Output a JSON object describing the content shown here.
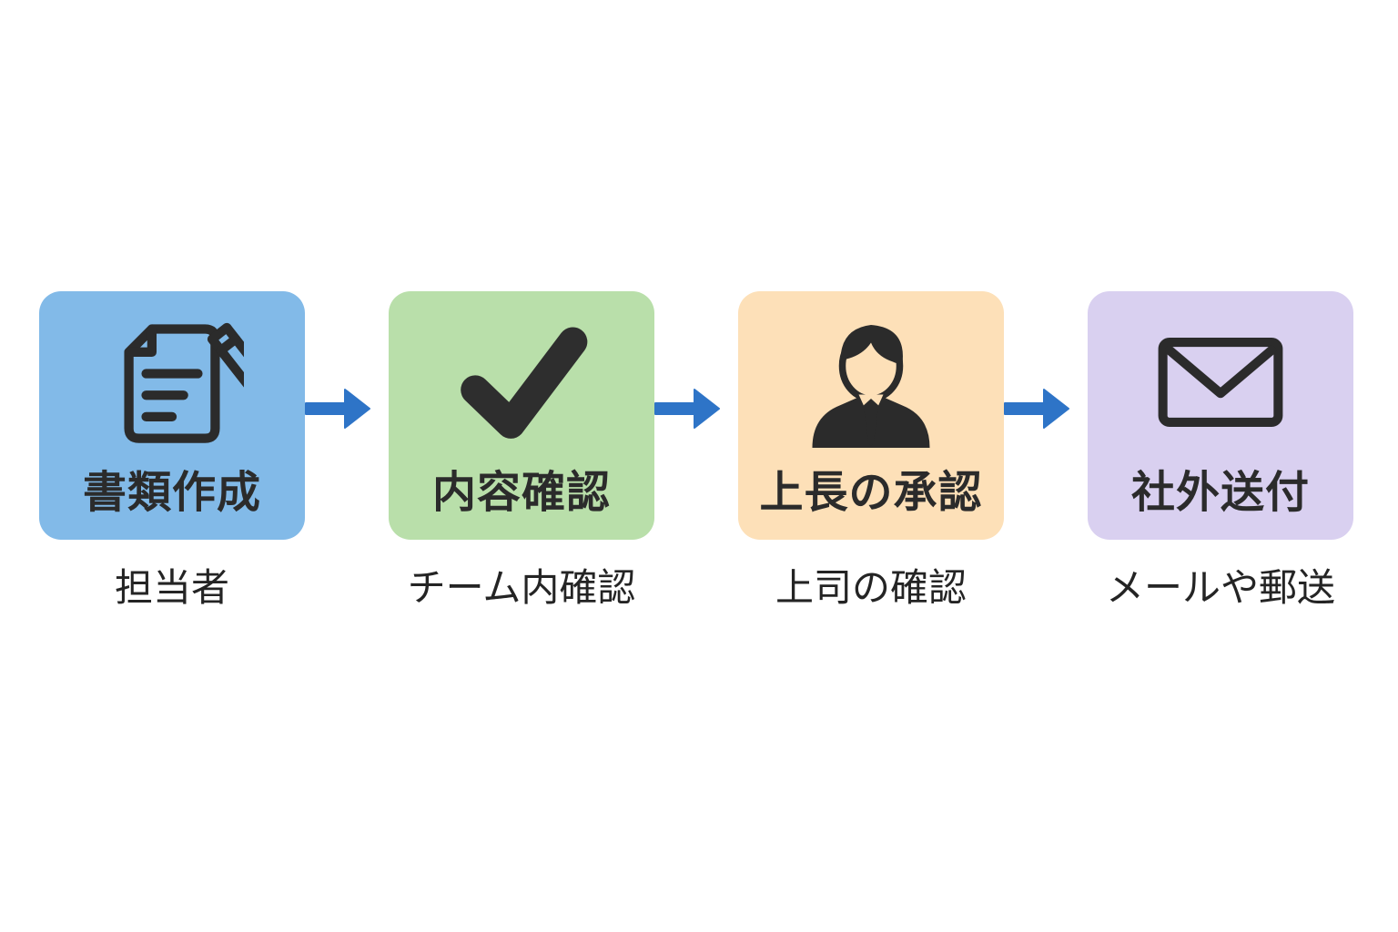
{
  "diagram": {
    "background_color": "#ffffff",
    "arrow_color": "#2e74c7",
    "text_color": "#2b2b2b",
    "steps": [
      {
        "title": "書類作成",
        "caption": "担当者",
        "color": "#82bae8",
        "icon": "document-edit-icon"
      },
      {
        "title": "内容確認",
        "caption": "チーム内確認",
        "color": "#b9dfaa",
        "icon": "check-icon"
      },
      {
        "title": "上長の承認",
        "caption": "上司の確認",
        "color": "#fde0b8",
        "icon": "businessperson-icon"
      },
      {
        "title": "社外送付",
        "caption": "メールや郵送",
        "color": "#d9d0f0",
        "icon": "envelope-icon"
      }
    ]
  }
}
